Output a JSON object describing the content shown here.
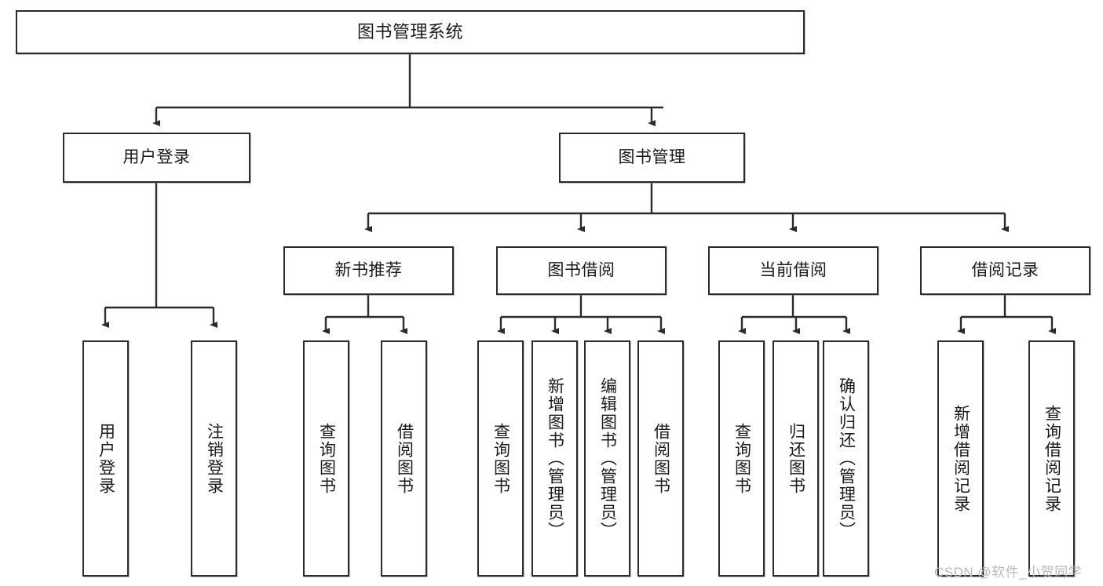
{
  "diagram": {
    "title": "图书管理系统",
    "type": "tree",
    "colors": {
      "box_border": "#2b2b2b",
      "box_fill": "#ffffff",
      "line": "#2b2b2b",
      "text": "#1a1a1a",
      "watermark": "#b9b9b9"
    },
    "levels": {
      "root": {
        "label": "图书管理系统"
      },
      "level2": [
        {
          "label": "用户登录"
        },
        {
          "label": "图书管理"
        }
      ],
      "level3": [
        {
          "label": "新书推荐"
        },
        {
          "label": "图书借阅"
        },
        {
          "label": "当前借阅"
        },
        {
          "label": "借阅记录"
        }
      ],
      "leaves": {
        "user_login": [
          {
            "label": "用户登录"
          },
          {
            "label": "注销登录"
          }
        ],
        "new_book_recommend": [
          {
            "label": "查询图书"
          },
          {
            "label": "借阅图书"
          }
        ],
        "book_borrow": [
          {
            "label": "查询图书"
          },
          {
            "label": "新增图书（管理员）"
          },
          {
            "label": "编辑图书（管理员）"
          },
          {
            "label": "借阅图书"
          }
        ],
        "current_borrow": [
          {
            "label": "查询图书"
          },
          {
            "label": "归还图书"
          },
          {
            "label": "确认归还（管理员）"
          }
        ],
        "borrow_records": [
          {
            "label": "新增借阅记录"
          },
          {
            "label": "查询借阅记录"
          }
        ]
      }
    }
  },
  "watermark": {
    "text": "CSDN @软件_小贺同学"
  }
}
